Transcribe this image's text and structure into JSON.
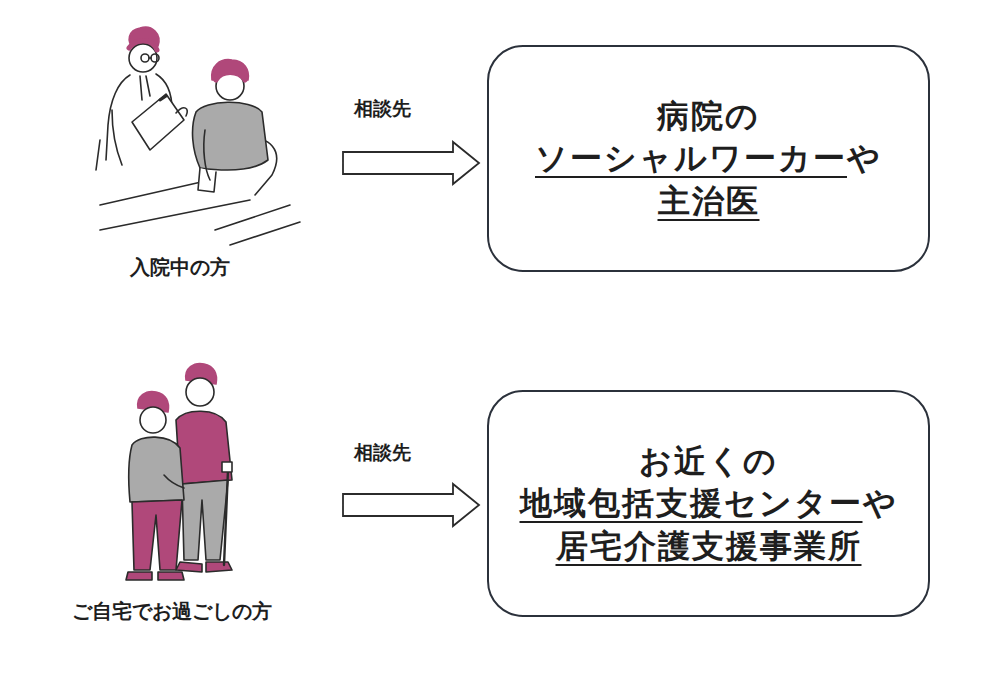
{
  "diagram": {
    "nodes": [
      {
        "text": [
          "入院中の方"
        ]
      },
      {
        "text": [
          "病院の",
          "ソーシャルワーカー",
          "や",
          "主治医"
        ]
      },
      {
        "text": [
          "ご自宅でお過ごしの方"
        ]
      },
      {
        "text": [
          "お近くの",
          "地域包括支援センター",
          "や",
          "居宅介護支援事業所"
        ]
      }
    ],
    "edges": [
      {
        "from": 0,
        "to": 1,
        "label": "相談先",
        "arrow": "to"
      },
      {
        "from": 2,
        "to": 3,
        "label": "相談先",
        "arrow": "to"
      }
    ]
  }
}
